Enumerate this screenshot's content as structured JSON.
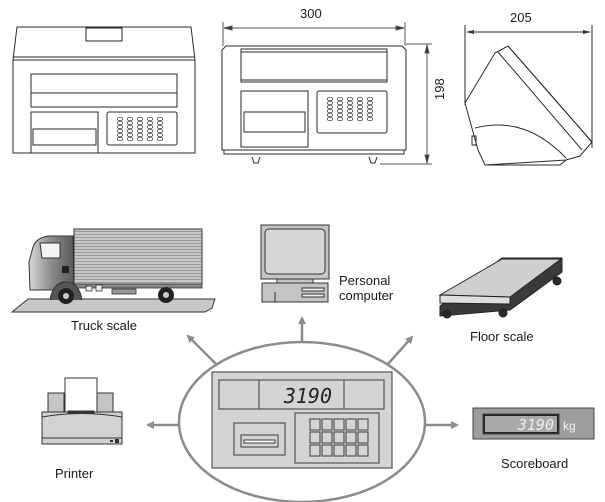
{
  "dimensions": {
    "width_mm": "300",
    "height_mm": "198",
    "depth_mm": "205"
  },
  "peripherals": {
    "truck_scale": "Truck scale",
    "personal_computer_line1": "Personal",
    "personal_computer_line2": "computer",
    "floor_scale": "Floor scale",
    "printer": "Printer",
    "scoreboard": "Scoreboard"
  },
  "indicator": {
    "display_value": "3190"
  },
  "scoreboard": {
    "display_value": "3190",
    "unit": "kg"
  },
  "colors": {
    "line": "#2a2a2a",
    "arrow": "#8c8c8c",
    "panel_fill": "#d4d4d4",
    "panel_dark": "#9a9a9a"
  }
}
